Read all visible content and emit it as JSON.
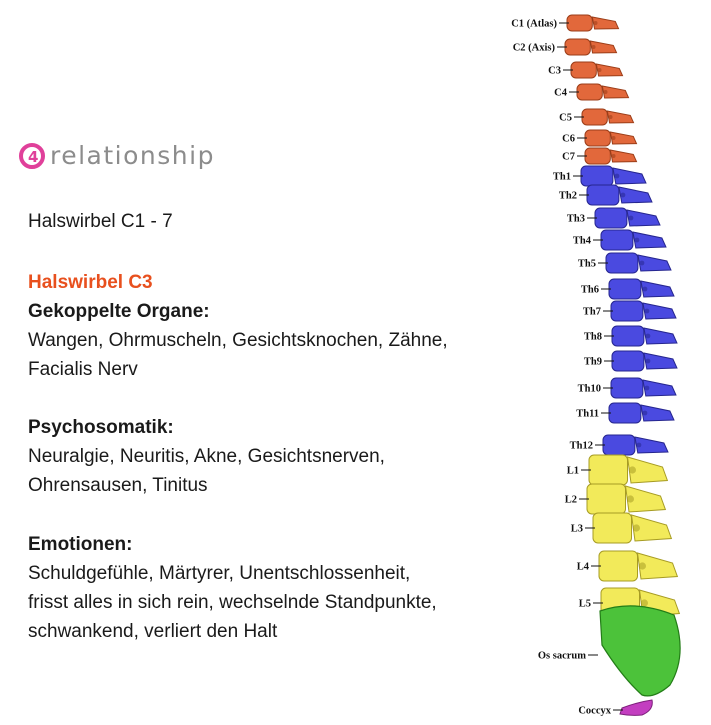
{
  "logo": {
    "mark": "4",
    "word": "relationship"
  },
  "content": {
    "title": "Halswirbel C1 - 7",
    "subtitle": "Halswirbel C3",
    "organs_heading": "Gekoppelte Organe:",
    "organs_line1": "Wangen, Ohrmuscheln, Gesichtsknochen, Zähne,",
    "organs_line2": "Facialis Nerv",
    "psycho_heading": "Psychosomatik:",
    "psycho_line1": "Neuralgie, Neuritis, Akne, Gesichtsnerven,",
    "psycho_line2": "Ohrensausen, Tinitus",
    "emotions_heading": "Emotionen:",
    "emotions_line1": "Schuldgefühle, Märtyrer, Unentschlossenheit,",
    "emotions_line2": "frisst alles in sich rein, wechselnde Standpunkte,",
    "emotions_line3": "schwankend, verliert den Halt"
  },
  "spine": {
    "labels": [
      "C1 (Atlas)",
      "C2 (Axis)",
      "C3",
      "C4",
      "C5",
      "C6",
      "C7",
      "Th1",
      "Th2",
      "Th3",
      "Th4",
      "Th5",
      "Th6",
      "Th7",
      "Th8",
      "Th9",
      "Th10",
      "Th11",
      "Th12",
      "L1",
      "L2",
      "L3",
      "L4",
      "L5",
      "Os sacrum",
      "Coccyx"
    ],
    "colors": {
      "cervical": "#e2683b",
      "thoracic": "#4a4ae0",
      "lumbar": "#f2ea5a",
      "sacrum": "#4cc23a",
      "coccyx": "#c33ec0",
      "brand": "#e8501e",
      "logo_pink": "#e0409a"
    }
  }
}
